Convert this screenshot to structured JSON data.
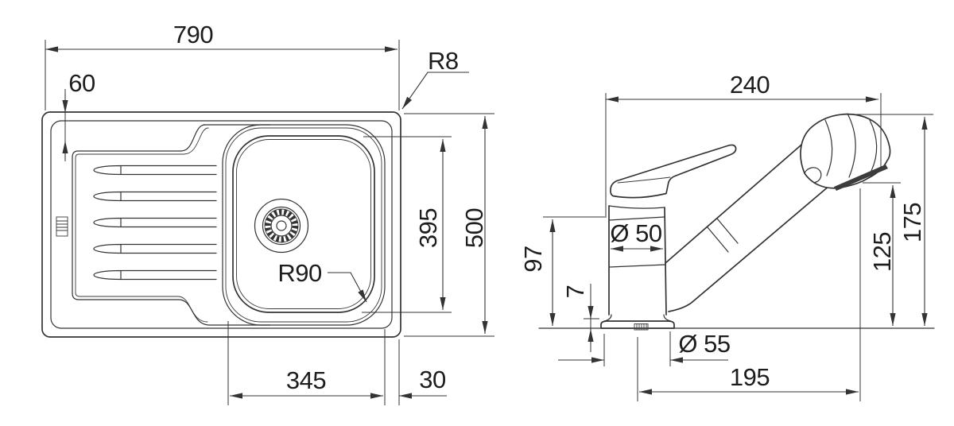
{
  "drawing": {
    "title": "sink-and-faucet-dimension-drawing",
    "background": "#ffffff",
    "line_color": "#333333",
    "text_color": "#1d1d1d"
  },
  "sink": {
    "view": "top view",
    "dims": {
      "overall_width": "790",
      "rim_offset": "60",
      "rim_corner_radius": "R8",
      "overall_depth": "500",
      "bowl_depth": "395",
      "bowl_width": "345",
      "bowl_right_offset": "30",
      "bowl_corner_radius": "R90"
    }
  },
  "faucet": {
    "view": "side view",
    "dims": {
      "spout_reach": "240",
      "body_height": "97",
      "base_plate_height": "7",
      "body_diameter": "Ø 50",
      "base_diameter": "Ø 55",
      "outlet_height": "125",
      "total_height": "175",
      "outlet_reach": "195"
    }
  }
}
